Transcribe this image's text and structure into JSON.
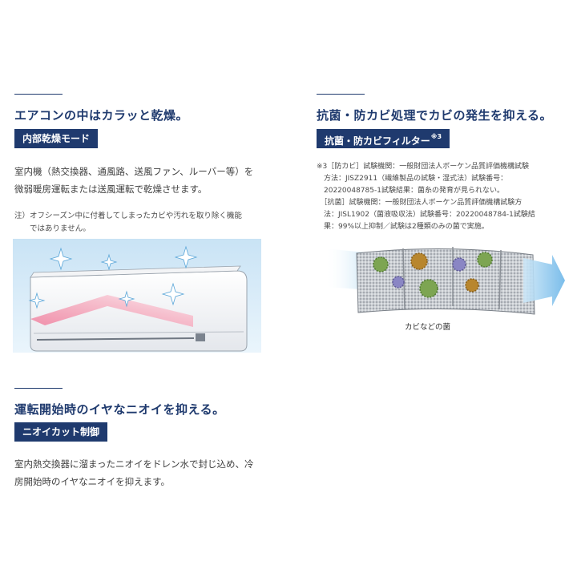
{
  "left": {
    "dry": {
      "heading": "エアコンの中はカラッと乾燥。",
      "badge": "内部乾燥モード",
      "body": [
        "室内機（熱交換器、通風路、送風ファン、ルーバー等）を",
        "微弱暖房運転または送風運転で乾燥させます。"
      ],
      "note": [
        "注）オフシーズン中に付着してしまったカビや汚れを取り除く機能",
        "　　ではありません。"
      ]
    },
    "odor": {
      "heading": "運転開始時のイヤなニオイを抑える。",
      "badge": "ニオイカット制御",
      "body": [
        "室内熱交換器に溜まったニオイをドレン水で封じ込め、冷",
        "房開始時のイヤなニオイを抑えます。"
      ]
    }
  },
  "right": {
    "antibac": {
      "heading": "抗菌・防カビ処理でカビの発生を抑える。",
      "badge_text": "抗菌・防カビフィルター",
      "badge_sup": "※3",
      "note": [
        "※3［防カビ］試験機関：一般財団法人ボーケン品質評価機構試験",
        "　方法：JISZ2911（繊維製品の試験・湿式法）試験番号：",
        "　20220048785-1試験結果：菌糸の発育が見られない。",
        "　［抗菌］試験機関：一般財団法人ボーケン品質評価機構試験方",
        "　法：JISL1902（菌液吸収法）試験番号：20220048784-1試験結",
        "　果：99%以上抑制／試験は2種類のみの菌で実施。"
      ],
      "caption": "カビなどの菌"
    }
  },
  "colors": {
    "navy": "#1f3a6e",
    "sky": "#d6ecf8",
    "pink": "#f4a6b8",
    "arrow_blue": "#8ec8ee",
    "spore_green": "#7da552",
    "spore_olive": "#8c8d4a",
    "spore_purple": "#8a86c4",
    "spore_orange": "#b8862e"
  },
  "icons": [
    "sparkle-icon",
    "ac-unit-icon",
    "airflow-arrow-icon",
    "filter-mesh-icon",
    "spore-icon"
  ]
}
